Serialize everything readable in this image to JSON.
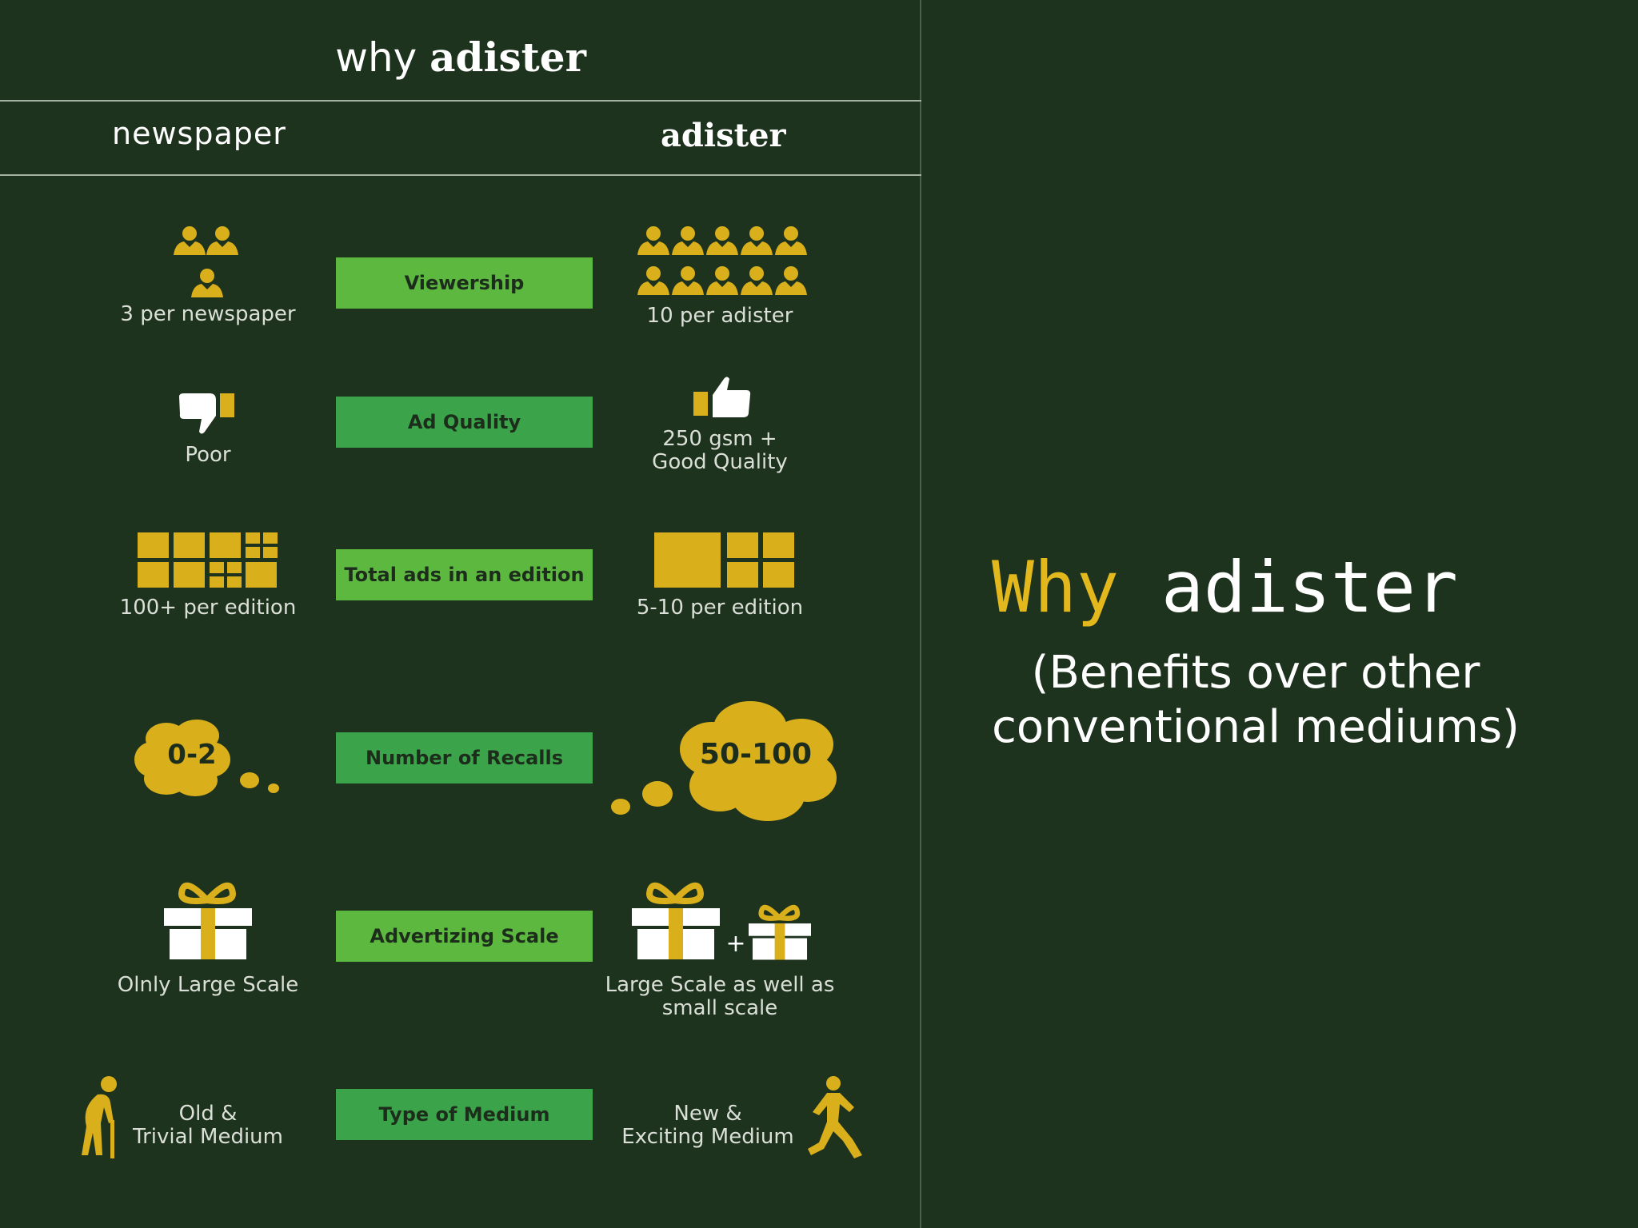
{
  "header": {
    "title_prefix": "why",
    "title_brand": "adister"
  },
  "columns": {
    "left": "newspaper",
    "right": "adister"
  },
  "rows": [
    {
      "category": "Viewership",
      "left": "3 per newspaper",
      "right": "10 per adister"
    },
    {
      "category": "Ad Quality",
      "left": "Poor",
      "right_line1": "250 gsm +",
      "right_line2": "Good Quality"
    },
    {
      "category": "Total ads in an edition",
      "left": "100+ per edition",
      "right": "5-10 per edition"
    },
    {
      "category": "Number of Recalls",
      "left": "0-2",
      "right": "50-100"
    },
    {
      "category": "Advertizing Scale",
      "left": "Olnly Large Scale",
      "right_line1": "Large Scale as well as",
      "right_line2": "small scale",
      "plus": "+"
    },
    {
      "category": "Type of Medium",
      "left_line1": "Old &",
      "left_line2": "Trivial Medium",
      "right_line1": "New &",
      "right_line2": "Exciting Medium"
    }
  ],
  "side": {
    "title_word1": "Why",
    "title_word2": "adister",
    "subtitle_line1": "(Benefits over other",
    "subtitle_line2": "conventional mediums)"
  },
  "colors": {
    "background": "#1e331d",
    "icon_gold": "#d9b01c",
    "category_green": "#3ba44a",
    "accent_yellow": "#e2b81d"
  },
  "icons": [
    "person-icon",
    "thumbs-down-icon",
    "thumbs-up-icon",
    "ad-grid-icon",
    "thought-cloud-icon",
    "gift-icon",
    "old-man-icon",
    "walking-man-icon"
  ]
}
